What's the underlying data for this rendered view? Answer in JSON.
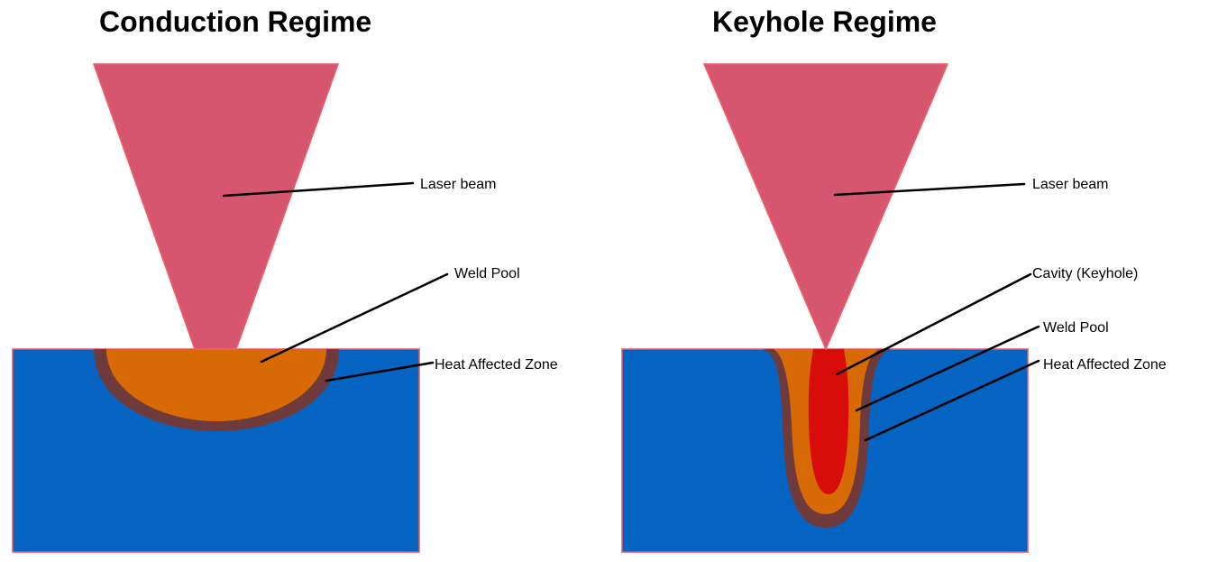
{
  "panels": [
    {
      "title": "Conduction Regime",
      "labels": {
        "laser_beam": "Laser beam",
        "weld_pool": "Weld Pool",
        "haz": "Heat Affected Zone"
      }
    },
    {
      "title": "Keyhole Regime",
      "labels": {
        "laser_beam": "Laser beam",
        "cavity": "Cavity (Keyhole)",
        "weld_pool": "Weld Pool",
        "haz": "Heat Affected Zone"
      }
    }
  ],
  "colors": {
    "laser": "#d6566f",
    "laser_edge": "#f25c66",
    "substrate": "#0563c1",
    "substrate_edge": "#ee5660",
    "weld_pool": "#d86a06",
    "haz": "#6e3a3b",
    "keyhole": "#d90c0c"
  }
}
